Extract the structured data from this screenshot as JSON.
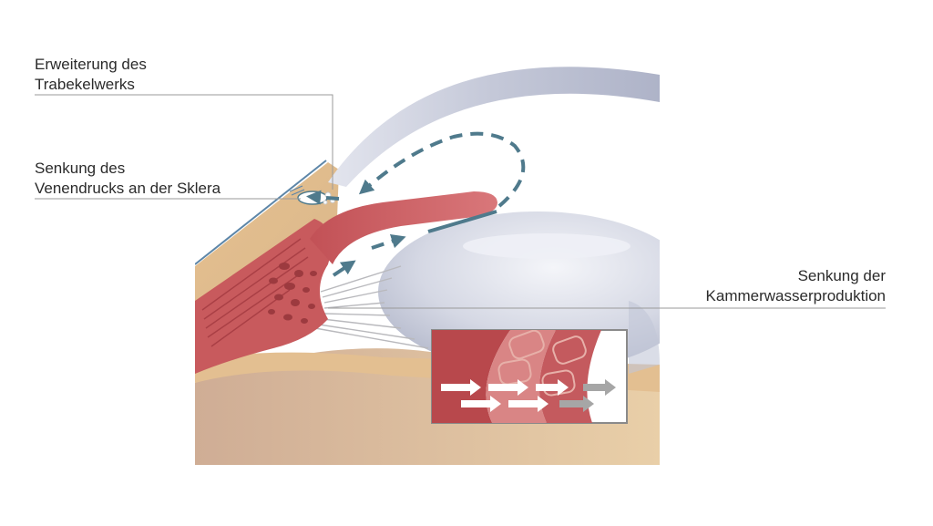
{
  "labels": {
    "trabekelwerk": [
      "Erweiterung des",
      "Trabekelwerks"
    ],
    "sklera": [
      "Senkung des",
      "Venendrucks an der Sklera"
    ],
    "kammerwasser": [
      "Senkung der",
      "Kammerwasserproduktion"
    ]
  },
  "colors": {
    "cornea": "#c6cad8",
    "sclera": "#e8c79a",
    "iris": "#d46c6c",
    "ciliary_muscle": "#c9585b",
    "lens": "#d4d8e4",
    "flow_arrow": "#4f7a8c",
    "leader_line": "#9a9a9a",
    "inset_border": "#8a8a8a"
  },
  "icons": {
    "aqueous_flow": "dashed-arrow",
    "inset_flow": "white-and-gray-arrows"
  }
}
